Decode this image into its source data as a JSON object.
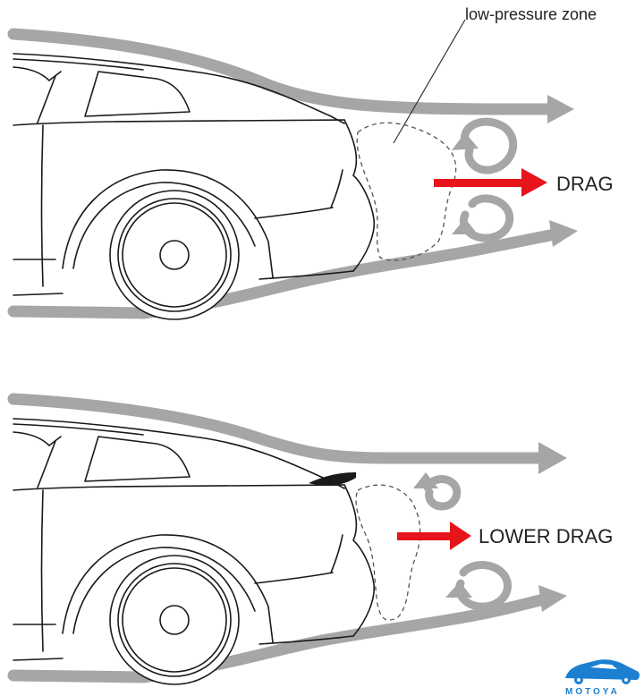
{
  "labels": {
    "zone": "low-pressure zone",
    "drag": "DRAG",
    "lower_drag": "LOWER DRAG"
  },
  "logo": {
    "text": "MOTOYA"
  },
  "colors": {
    "airflow": "#a6a6a6",
    "drag_arrow": "#e8141c",
    "outline": "#1a1a1a",
    "logo": "#1c7fd0"
  }
}
